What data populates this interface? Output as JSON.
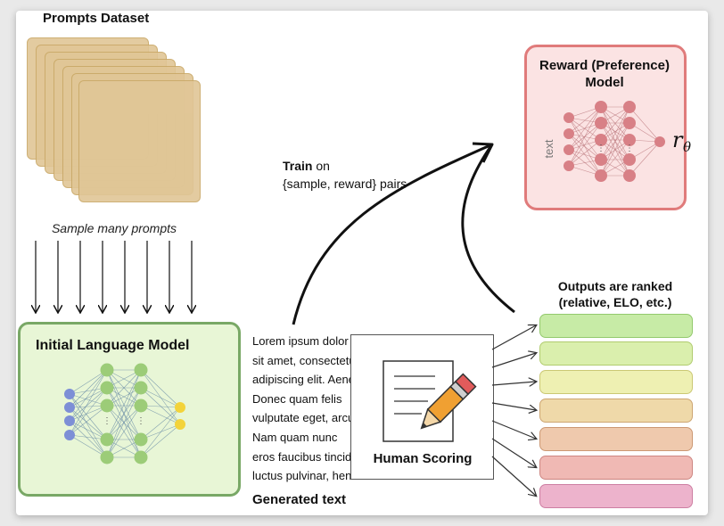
{
  "prompts_dataset": {
    "title": "Prompts Dataset",
    "sample_label": "Sample many prompts"
  },
  "initial_lm": {
    "title": "Initial Language Model"
  },
  "reward_model": {
    "title_line1": "Reward (Preference)",
    "title_line2": "Model",
    "input_label": "text",
    "output_symbol": "r",
    "output_subscript": "θ"
  },
  "train": {
    "bold": "Train",
    "rest": " on",
    "line2": "{sample, reward} pairs"
  },
  "generated": {
    "lines": [
      "Lorem ipsum dolor",
      "sit amet, consectetur",
      "adipiscing elit. Aenean",
      "Donec quam felis",
      "vulputate eget, arcu",
      "Nam quam nunc",
      "eros faucibus tincidunt",
      "luctus pulvinar, hendrerit"
    ],
    "title": "Generated text"
  },
  "human_scoring": {
    "label": "Human Scoring"
  },
  "outputs": {
    "title_line1": "Outputs are ranked",
    "title_line2": "(relative, ELO, etc.)",
    "bar_colors": [
      "#c7eba6",
      "#daefad",
      "#eef0b2",
      "#efd9a9",
      "#efc9ad",
      "#f0b9b4",
      "#edb3cc"
    ],
    "bar_borders": [
      "#93c96d",
      "#b1cc6f",
      "#cbc874",
      "#cda571",
      "#cc9873",
      "#cd8682",
      "#cd7ea2"
    ]
  },
  "colors": {
    "lm_box_bg": "#e8f6d6",
    "lm_box_border": "#79a866",
    "rm_box_bg": "#fbe3e3",
    "rm_box_border": "#e07b7b",
    "node_green": "#9ccc78",
    "node_blue": "#7d8fd6",
    "node_yellow": "#f3d33a",
    "node_red": "#d88086"
  }
}
